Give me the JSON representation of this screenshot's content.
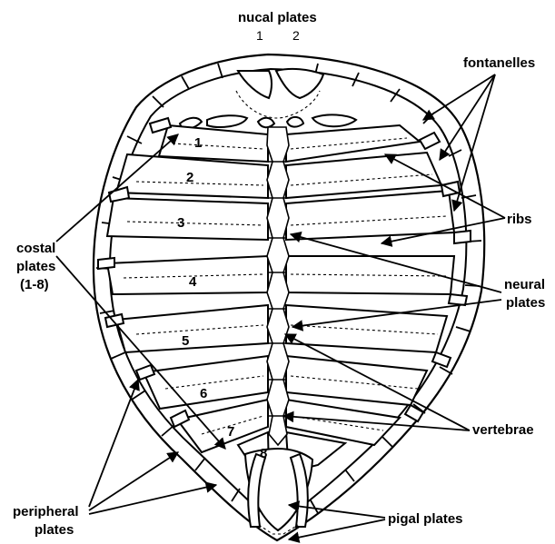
{
  "labels": {
    "nucal_title": "nucal plates",
    "nucal_1": "1",
    "nucal_2": "2",
    "fontanelles": "fontanelles",
    "ribs": "ribs",
    "costal_line1": "costal",
    "costal_line2": "plates",
    "costal_line3": "(1-8)",
    "neural_line1": "neural",
    "neural_line2": "plates",
    "vertebrae": "vertebrae",
    "peripheral_line1": "peripheral",
    "peripheral_line2": "plates",
    "pigal": "pigal plates"
  },
  "costal_numbers": [
    "1",
    "2",
    "3",
    "4",
    "5",
    "6",
    "7",
    "8"
  ]
}
